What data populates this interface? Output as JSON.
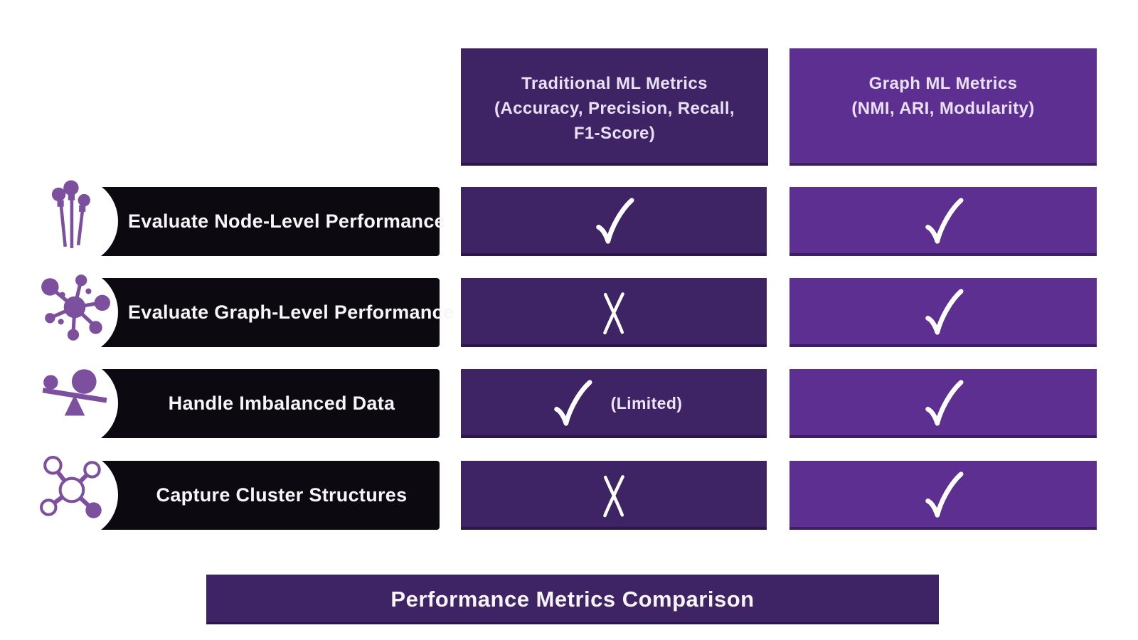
{
  "diagram": {
    "title": "Performance Metrics Comparison",
    "type": "comparison-matrix"
  },
  "colors": {
    "background": "#ffffff",
    "dark_purple": "#3e2465",
    "medium_purple": "#5c2f90",
    "row_bar_black": "#0c0a10",
    "icon_purple": "#7d509f",
    "header_text": "#e9e1f3",
    "mark_white": "#ffffff"
  },
  "columns": [
    {
      "id": "traditional-ml-metrics",
      "lines": [
        "Traditional ML Metrics",
        "(Accuracy, Precision, Recall,",
        "F1-Score)"
      ]
    },
    {
      "id": "graph-ml-metrics",
      "lines": [
        "Graph ML Metrics",
        "(NMI, ARI, Modularity)",
        ""
      ]
    }
  ],
  "rows": [
    {
      "label": "Evaluate Node-Level Performance",
      "icon": "node-pins-icon",
      "marks": [
        {
          "type": "check",
          "note": ""
        },
        {
          "type": "check",
          "note": ""
        }
      ]
    },
    {
      "label": "Evaluate Graph-Level Performance",
      "icon": "network-graph-icon",
      "marks": [
        {
          "type": "x",
          "note": ""
        },
        {
          "type": "check",
          "note": ""
        }
      ]
    },
    {
      "label": "Handle Imbalanced Data",
      "icon": "balance-scale-icon",
      "marks": [
        {
          "type": "check",
          "note": "(Limited)"
        },
        {
          "type": "check",
          "note": ""
        }
      ]
    },
    {
      "label": "Capture Cluster Structures",
      "icon": "cluster-icon",
      "marks": [
        {
          "type": "x",
          "note": ""
        },
        {
          "type": "check",
          "note": ""
        }
      ]
    }
  ]
}
